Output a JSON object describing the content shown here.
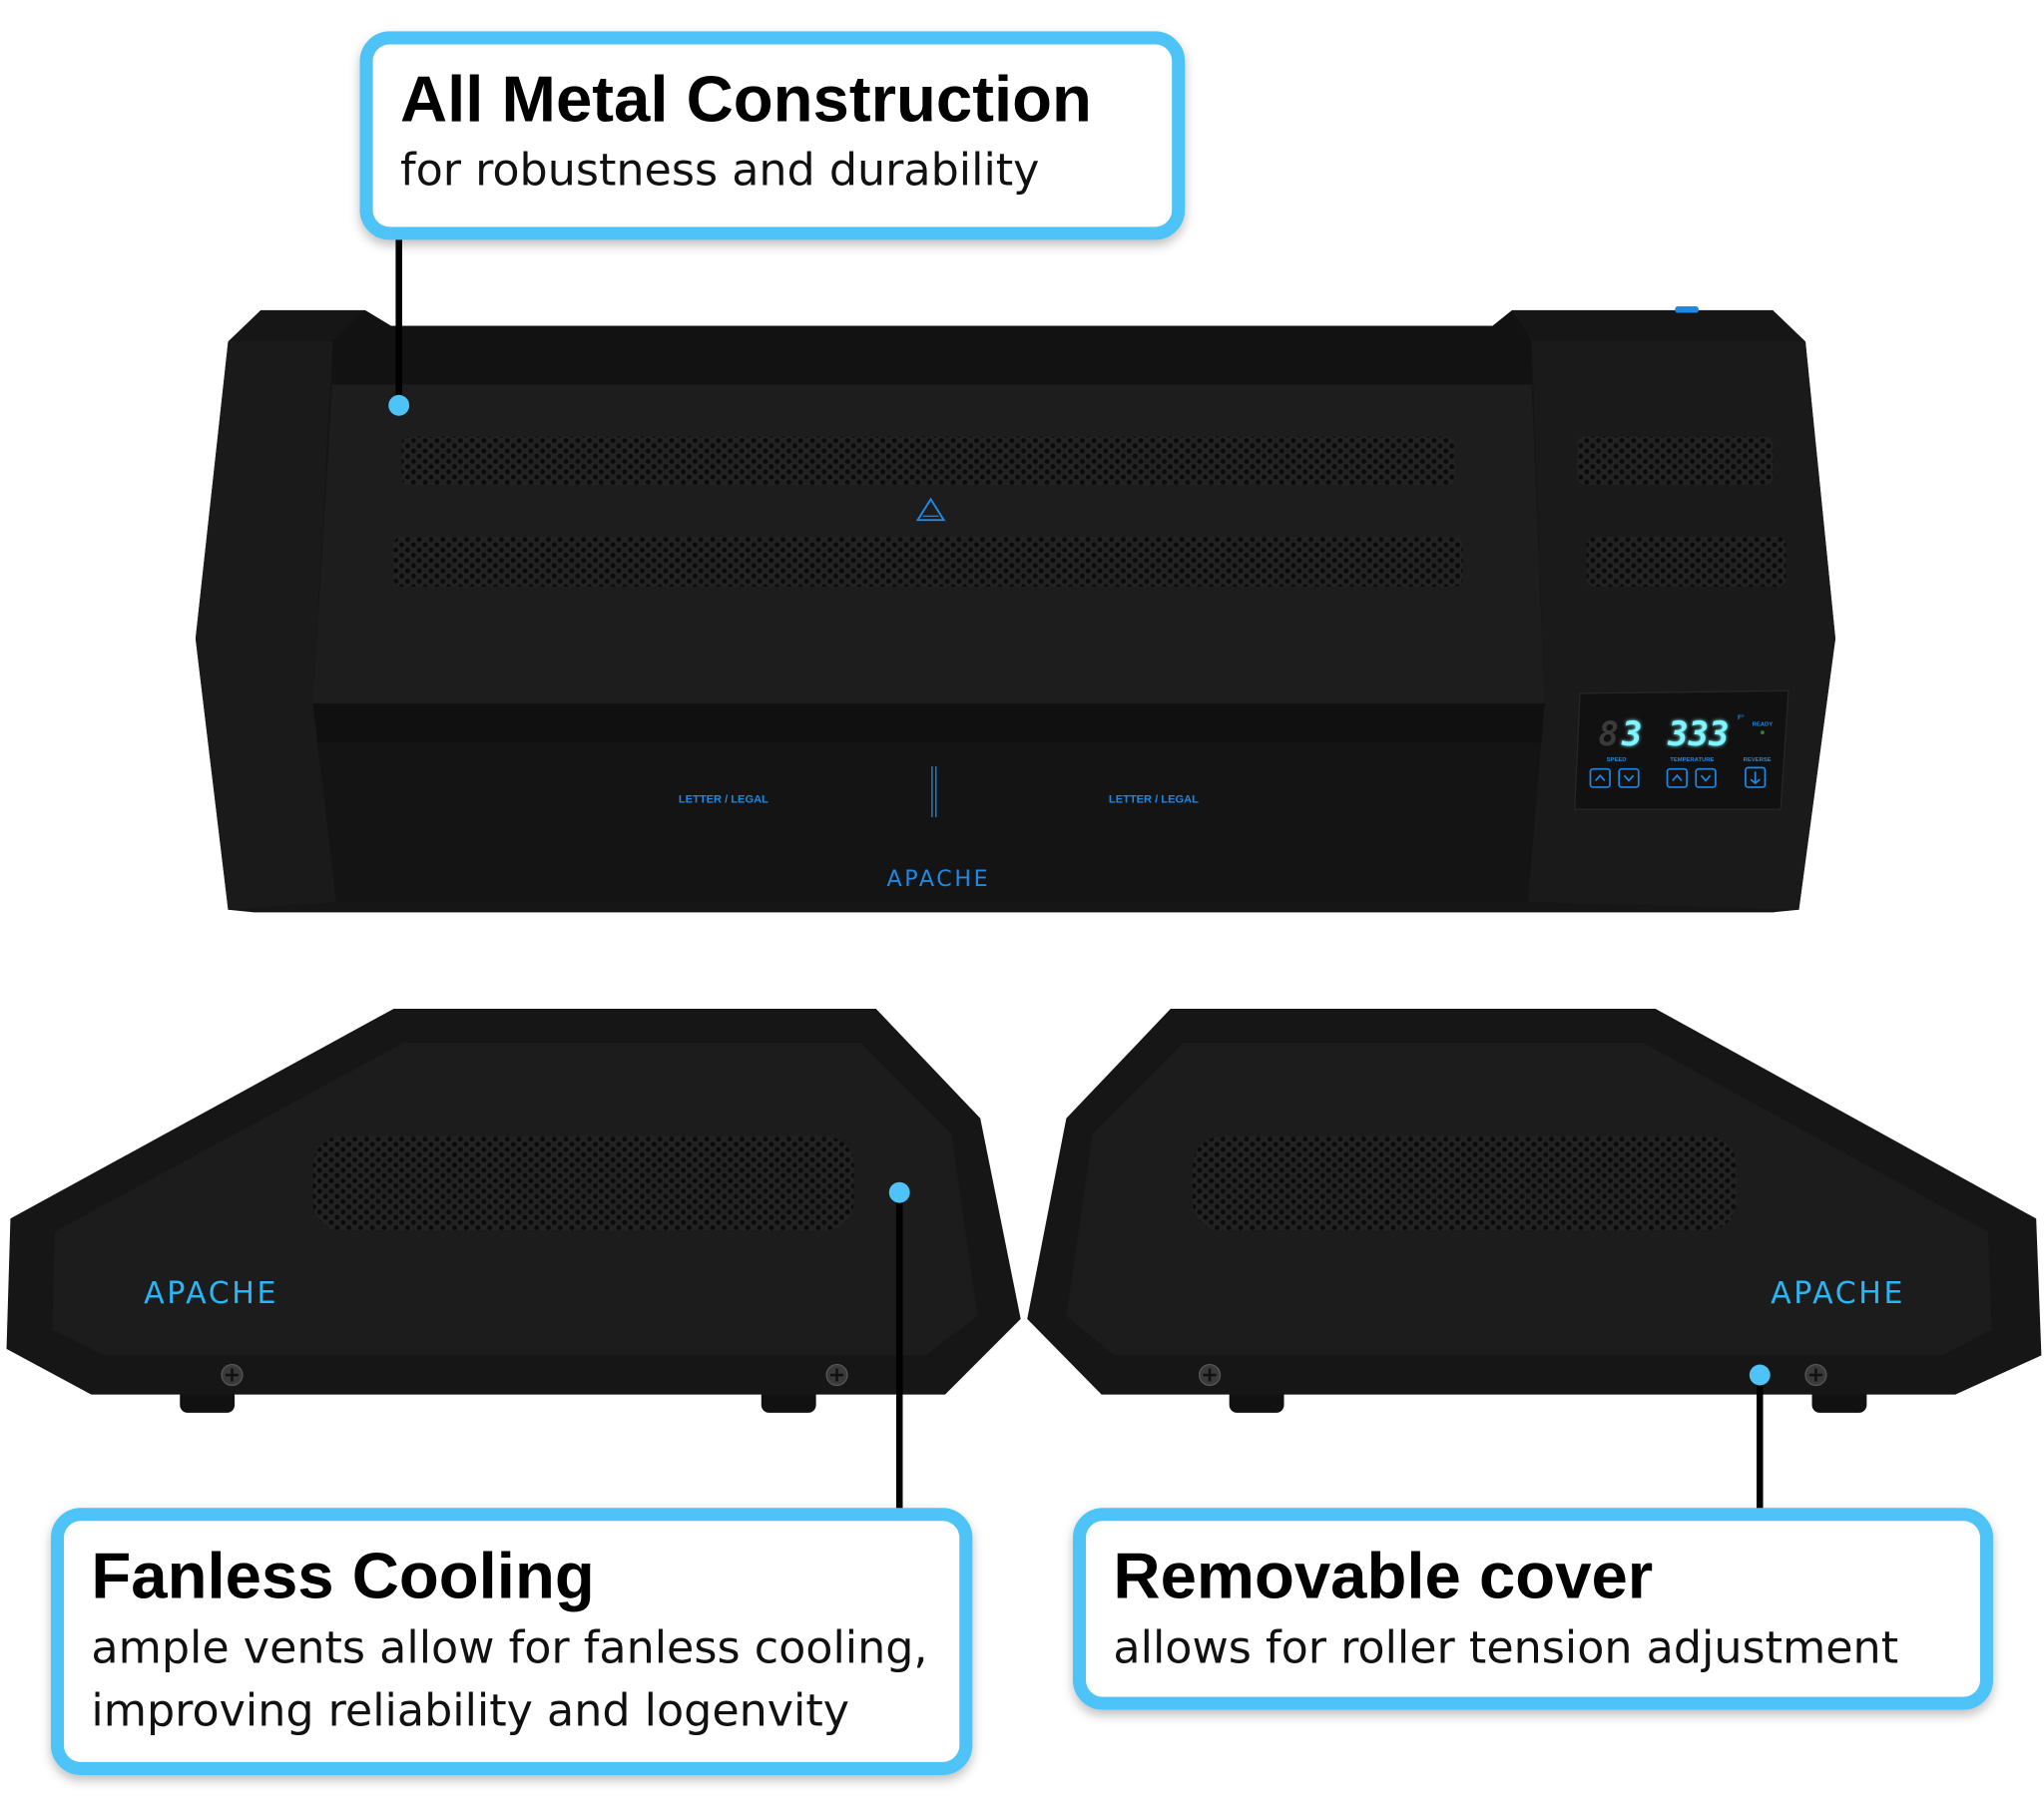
{
  "callouts": [
    {
      "title": "All Metal Construction",
      "lines": [
        "for robustness and durability"
      ]
    },
    {
      "title": "Fanless Cooling",
      "lines": [
        "ample vents allow for fanless cooling,",
        "improving reliability and logenvity"
      ]
    },
    {
      "title": "Removable cover",
      "lines": [
        "allows for roller tension adjustment"
      ]
    }
  ],
  "product": {
    "brand": "APACHE",
    "tray_label_left": "LETTER / LEGAL",
    "tray_label_right": "LETTER / LEGAL",
    "panel": {
      "speed_digit_dim": "8",
      "speed_value": "3",
      "temperature_value": "333",
      "temperature_unit": "F°",
      "ready_label": "READY",
      "speed_label": "SPEED",
      "temperature_label": "TEMPERATURE",
      "reverse_label": "REVERSE"
    }
  },
  "colors": {
    "callout_border": "#4dc3f7",
    "accent": "#29b6f6",
    "body": "#1b1b1b"
  }
}
